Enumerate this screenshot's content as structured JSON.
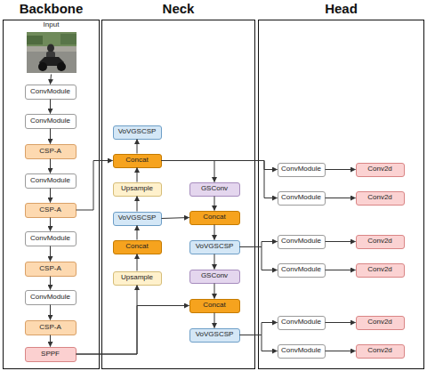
{
  "diagram": {
    "nodes": [
      {
        "text": [
          "Backbone"
        ]
      },
      {
        "text": [
          "Neck"
        ]
      },
      {
        "text": [
          "Head"
        ]
      },
      {
        "text": [
          "Input"
        ],
        "in": 0
      },
      {
        "text": [
          "ConvModule"
        ],
        "in": 0
      },
      {
        "text": [
          "ConvModule"
        ],
        "in": 0
      },
      {
        "text": [
          "CSP-A"
        ],
        "in": 0
      },
      {
        "text": [
          "ConvModule"
        ],
        "in": 0
      },
      {
        "text": [
          "CSP-A"
        ],
        "in": 0
      },
      {
        "text": [
          "ConvModule"
        ],
        "in": 0
      },
      {
        "text": [
          "CSP-A"
        ],
        "in": 0
      },
      {
        "text": [
          "ConvModule"
        ],
        "in": 0
      },
      {
        "text": [
          "CSP-A"
        ],
        "in": 0
      },
      {
        "text": [
          "SPPF"
        ],
        "in": 0
      },
      {
        "text": [
          "VoVGSCSP"
        ],
        "in": 1
      },
      {
        "text": [
          "Concat"
        ],
        "in": 1
      },
      {
        "text": [
          "Upsample"
        ],
        "in": 1
      },
      {
        "text": [
          "VoVGSCSP"
        ],
        "in": 1
      },
      {
        "text": [
          "Concat"
        ],
        "in": 1
      },
      {
        "text": [
          "Upsample"
        ],
        "in": 1
      },
      {
        "text": [
          "GSConv"
        ],
        "in": 1
      },
      {
        "text": [
          "Concat"
        ],
        "in": 1
      },
      {
        "text": [
          "VoVGSCSP"
        ],
        "in": 1
      },
      {
        "text": [
          "GSConv"
        ],
        "in": 1
      },
      {
        "text": [
          "Concat"
        ],
        "in": 1
      },
      {
        "text": [
          "VoVGSCSP"
        ],
        "in": 1
      },
      {
        "text": [
          "ConvModule"
        ],
        "in": 2
      },
      {
        "text": [
          "Conv2d"
        ],
        "in": 2
      },
      {
        "text": [
          "ConvModule"
        ],
        "in": 2
      },
      {
        "text": [
          "Conv2d"
        ],
        "in": 2
      },
      {
        "text": [
          "ConvModule"
        ],
        "in": 2
      },
      {
        "text": [
          "Conv2d"
        ],
        "in": 2
      },
      {
        "text": [
          "ConvModule"
        ],
        "in": 2
      },
      {
        "text": [
          "Conv2d"
        ],
        "in": 2
      },
      {
        "text": [
          "ConvModule"
        ],
        "in": 2
      },
      {
        "text": [
          "Conv2d"
        ],
        "in": 2
      },
      {
        "text": [
          "ConvModule"
        ],
        "in": 2
      },
      {
        "text": [
          "Conv2d"
        ],
        "in": 2
      }
    ],
    "edges": [
      {
        "from": 3,
        "to": 4,
        "arrow": "to"
      },
      {
        "from": 4,
        "to": 5,
        "arrow": "to"
      },
      {
        "from": 5,
        "to": 6,
        "arrow": "to"
      },
      {
        "from": 6,
        "to": 7,
        "arrow": "to"
      },
      {
        "from": 7,
        "to": 8,
        "arrow": "to"
      },
      {
        "from": 8,
        "to": 9,
        "arrow": "to"
      },
      {
        "from": 9,
        "to": 10,
        "arrow": "to"
      },
      {
        "from": 10,
        "to": 11,
        "arrow": "to"
      },
      {
        "from": 11,
        "to": 12,
        "arrow": "to"
      },
      {
        "from": 12,
        "to": 13,
        "arrow": "to"
      },
      {
        "from": 13,
        "to": 19,
        "arrow": "to"
      },
      {
        "from": 13,
        "to": 24,
        "arrow": "to"
      },
      {
        "from": 19,
        "to": 18,
        "arrow": "to"
      },
      {
        "from": 18,
        "to": 17,
        "arrow": "to"
      },
      {
        "from": 17,
        "to": 16,
        "arrow": "to"
      },
      {
        "from": 16,
        "to": 15,
        "arrow": "to"
      },
      {
        "from": 15,
        "to": 14,
        "arrow": "to"
      },
      {
        "from": 8,
        "to": 15,
        "arrow": "to"
      },
      {
        "from": 15,
        "to": 20,
        "arrow": "to"
      },
      {
        "from": 15,
        "to": 26,
        "arrow": "to"
      },
      {
        "from": 15,
        "to": 28,
        "arrow": "to"
      },
      {
        "from": 17,
        "to": 21,
        "arrow": "to"
      },
      {
        "from": 20,
        "to": 21,
        "arrow": "to"
      },
      {
        "from": 21,
        "to": 22,
        "arrow": "to"
      },
      {
        "from": 22,
        "to": 23,
        "arrow": "to"
      },
      {
        "from": 23,
        "to": 24,
        "arrow": "to"
      },
      {
        "from": 24,
        "to": 25,
        "arrow": "to"
      },
      {
        "from": 22,
        "to": 30,
        "arrow": "to"
      },
      {
        "from": 22,
        "to": 32,
        "arrow": "to"
      },
      {
        "from": 25,
        "to": 34,
        "arrow": "to"
      },
      {
        "from": 25,
        "to": 36,
        "arrow": "to"
      },
      {
        "from": 26,
        "to": 27,
        "arrow": "to"
      },
      {
        "from": 28,
        "to": 29,
        "arrow": "to"
      },
      {
        "from": 30,
        "to": 31,
        "arrow": "to"
      },
      {
        "from": 32,
        "to": 33,
        "arrow": "to"
      },
      {
        "from": 34,
        "to": 35,
        "arrow": "to"
      },
      {
        "from": 36,
        "to": 37,
        "arrow": "to"
      }
    ]
  }
}
